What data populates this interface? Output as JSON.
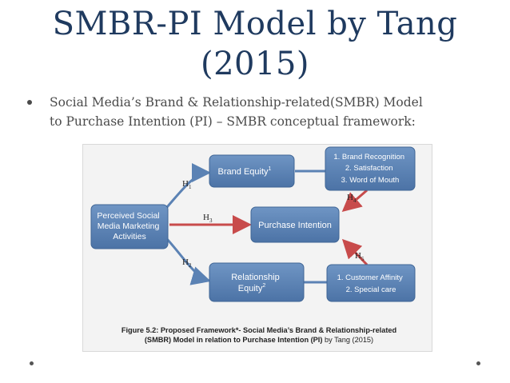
{
  "title": {
    "line1": "SMBR-PI Model by Tang",
    "line2": "(2015)"
  },
  "bullet": {
    "line1": "Social Media’s Brand & Relationship-related(SMBR) Model",
    "line2": "to Purchase Intention (PI) – SMBR conceptual framework:"
  },
  "figure": {
    "boxes": {
      "perceived": [
        "Perceived Social",
        "Media Marketing",
        "Activities"
      ],
      "brand_equity": "Brand Equity",
      "brand_equity_sup": "1",
      "purchase_intention": "Purchase Intention",
      "relationship_equity": [
        "Relationship",
        "Equity"
      ],
      "relationship_equity_sup": "2",
      "brand_list": [
        "1. Brand Recognition",
        "2. Satisfaction",
        "3. Word of Mouth"
      ],
      "customer_list": [
        "1. Customer Affinity",
        "2. Special care"
      ]
    },
    "hypotheses": {
      "h1": "H",
      "h1_sub": "1",
      "h2": "H",
      "h2_sub": "2",
      "h3": "H",
      "h3_sub": "3",
      "h4": "H",
      "h4_sub": "4",
      "h5": "H",
      "h5_sub": "5"
    },
    "caption": {
      "bold1": "Figure 5.2: Proposed Framework*- Social Media’s Brand & Relationship-related",
      "bold2": "(SMBR) Model in relation to Purchase Intention (PI)",
      "normal2": " by Tang (2015)"
    },
    "colors": {
      "box": "#5b82b4",
      "arrow": "#c84b4b",
      "line": "#5b82b4"
    }
  }
}
